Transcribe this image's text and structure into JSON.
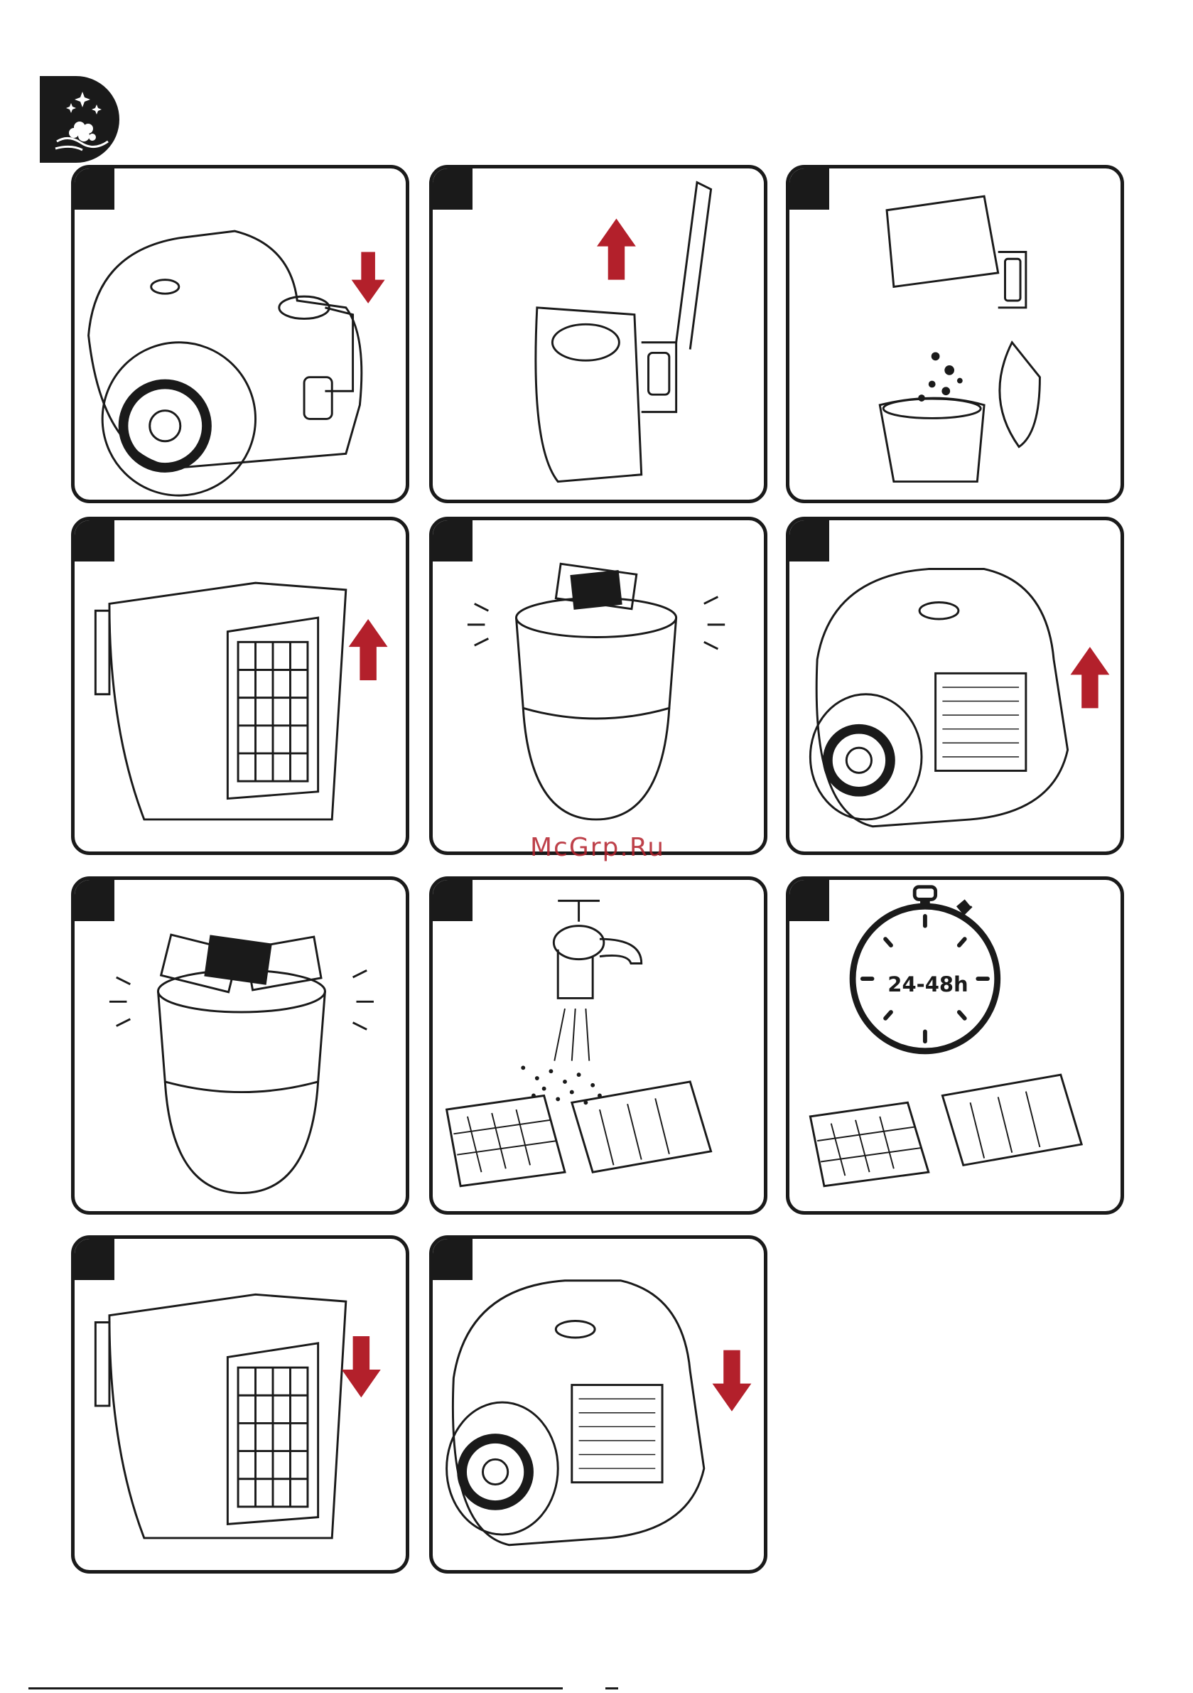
{
  "watermark": "McGrp.Ru",
  "timer": {
    "label": "24-48h"
  },
  "colors": {
    "arrow": "#b3202b",
    "ink": "#1a1a1a"
  },
  "section_icon": "cleaning-sparkle-icon",
  "steps": [
    {
      "id": 1,
      "image": "vacuum-press-release-button",
      "arrow": "down"
    },
    {
      "id": 2,
      "image": "lift-dust-container",
      "arrow": "up"
    },
    {
      "id": 3,
      "image": "empty-container-into-bin",
      "arrow": "none"
    },
    {
      "id": 4,
      "image": "remove-filter-from-container",
      "arrow": "up"
    },
    {
      "id": 5,
      "image": "tap-filter-on-bin",
      "arrow": "none"
    },
    {
      "id": 6,
      "image": "remove-exhaust-filter",
      "arrow": "up"
    },
    {
      "id": 7,
      "image": "tap-exhaust-filter-on-bin",
      "arrow": "none"
    },
    {
      "id": 8,
      "image": "rinse-filters-under-tap",
      "arrow": "none"
    },
    {
      "id": 9,
      "image": "dry-filters-timer",
      "arrow": "none"
    },
    {
      "id": 10,
      "image": "reinsert-container-filter",
      "arrow": "down"
    },
    {
      "id": 11,
      "image": "reinsert-exhaust-filter",
      "arrow": "down"
    }
  ]
}
